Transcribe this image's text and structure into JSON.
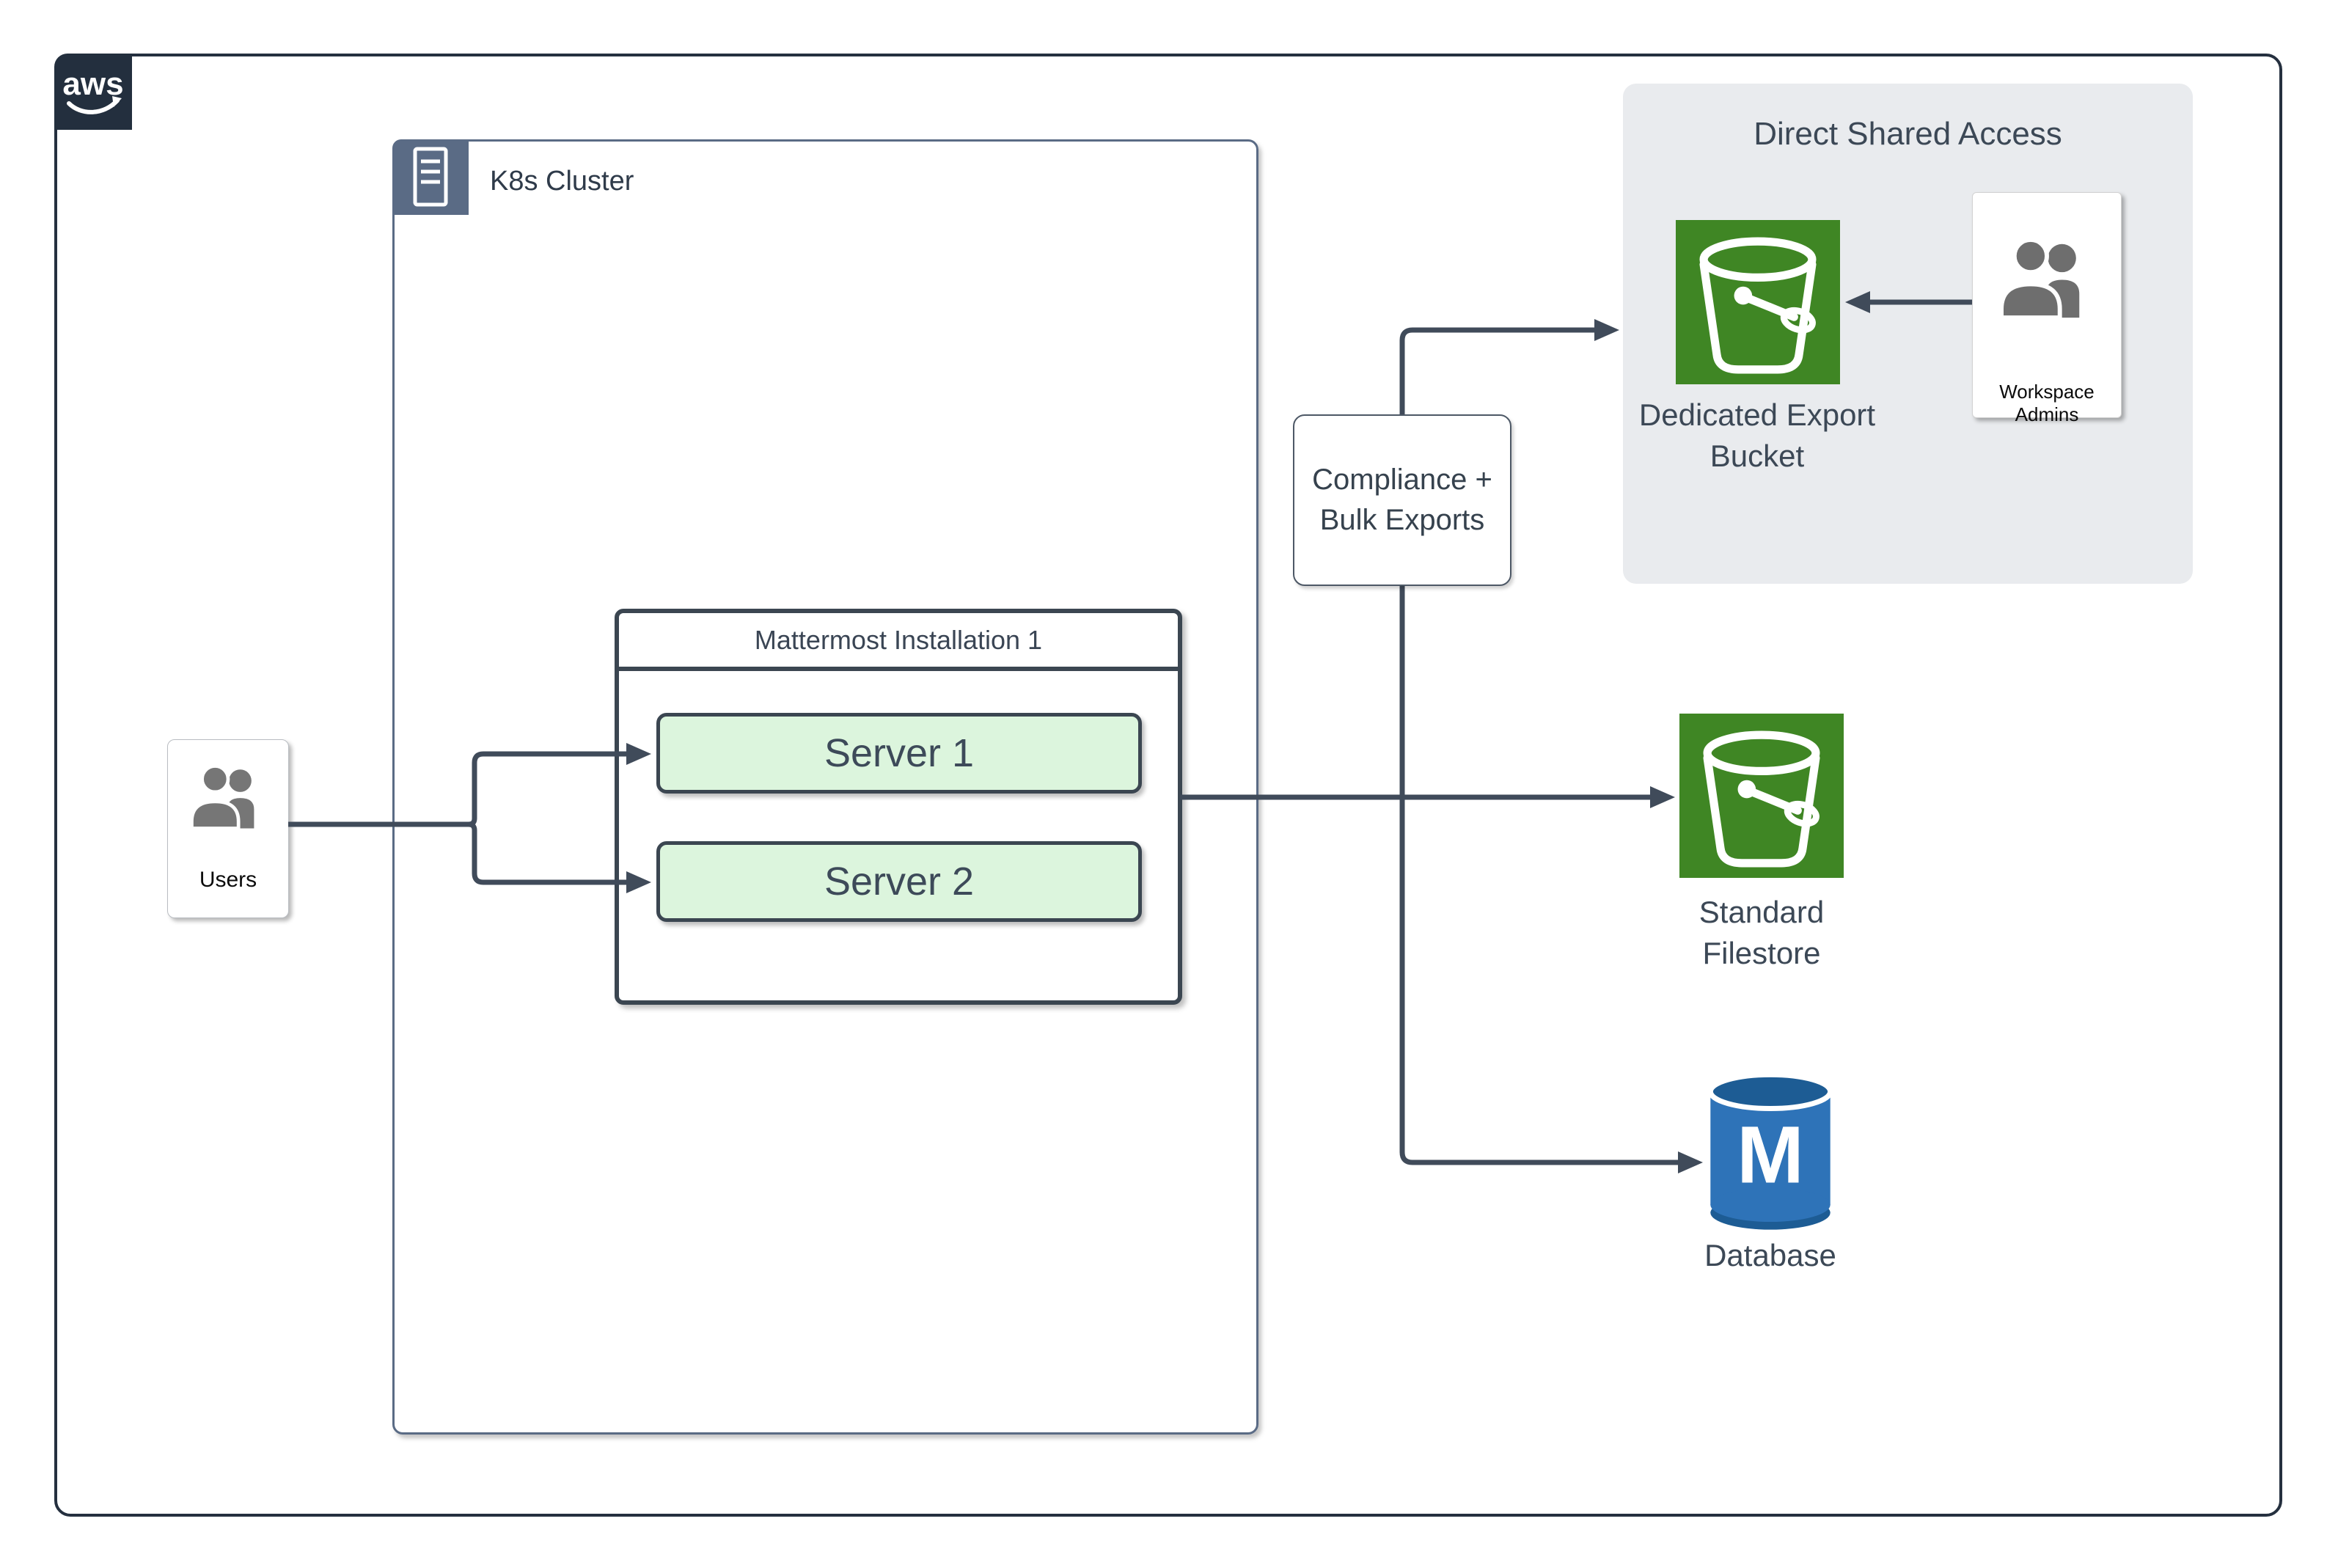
{
  "diagram": {
    "aws": {
      "logo_text": "aws"
    },
    "k8s": {
      "label": "K8s Cluster"
    },
    "users": {
      "label": "Users"
    },
    "mattermost": {
      "title": "Mattermost Installation 1",
      "servers": [
        {
          "label": "Server 1"
        },
        {
          "label": "Server 2"
        }
      ]
    },
    "compliance": {
      "line1": "Compliance +",
      "line2": "Bulk Exports"
    },
    "shared_access": {
      "title": "Direct Shared Access",
      "bucket_label_line1": "Dedicated Export",
      "bucket_label_line2": "Bucket",
      "admins_label": "Workspace Admins"
    },
    "filestore": {
      "label_line1": "Standard",
      "label_line2": "Filestore"
    },
    "database": {
      "label": "Database",
      "monogram": "M"
    },
    "colors": {
      "aws_navy": "#232f3e",
      "k8s_slate": "#5a6b85",
      "edge_dark": "#404b5a",
      "server_green_fill": "#dcf5dd",
      "s3_green": "#3f8624",
      "panel_gray": "#e9ebee",
      "database_blue": "#2e73b8",
      "database_blue_dark": "#1d5c94",
      "people_gray": "#767676"
    }
  }
}
